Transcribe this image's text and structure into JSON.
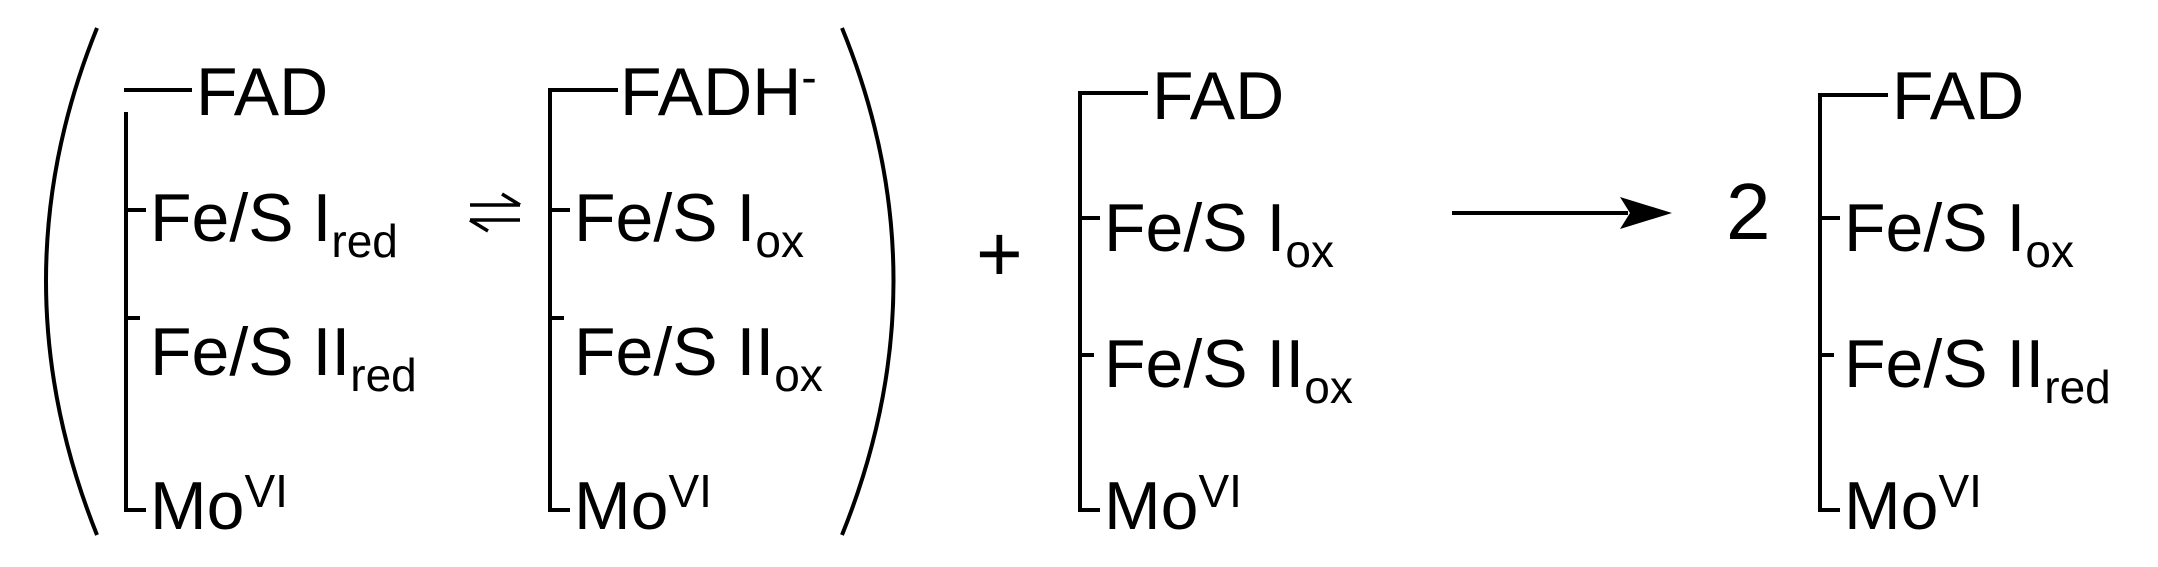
{
  "complex_1": {
    "fad": "FAD",
    "fes1_main": "Fe/S I",
    "fes1_sub": "red",
    "fes2_main": "Fe/S II",
    "fes2_sub": "red",
    "mo_main": "Mo",
    "mo_sup": "VI"
  },
  "complex_2": {
    "fad_main": "FADH",
    "fad_sup": "-",
    "fes1_main": "Fe/S I",
    "fes1_sub": "ox",
    "fes2_main": "Fe/S II",
    "fes2_sub": "ox",
    "mo_main": "Mo",
    "mo_sup": "VI"
  },
  "complex_3": {
    "fad": "FAD",
    "fes1_main": "Fe/S I",
    "fes1_sub": "ox",
    "fes2_main": "Fe/S II",
    "fes2_sub": "ox",
    "mo_main": "Mo",
    "mo_sup": "VI"
  },
  "product": {
    "coefficient": "2",
    "fad": "FAD",
    "fes1_main": "Fe/S I",
    "fes1_sub": "ox",
    "fes2_main": "Fe/S II",
    "fes2_sub": "red",
    "mo_main": "Mo",
    "mo_sup": "VI"
  },
  "operators": {
    "plus": "+"
  }
}
